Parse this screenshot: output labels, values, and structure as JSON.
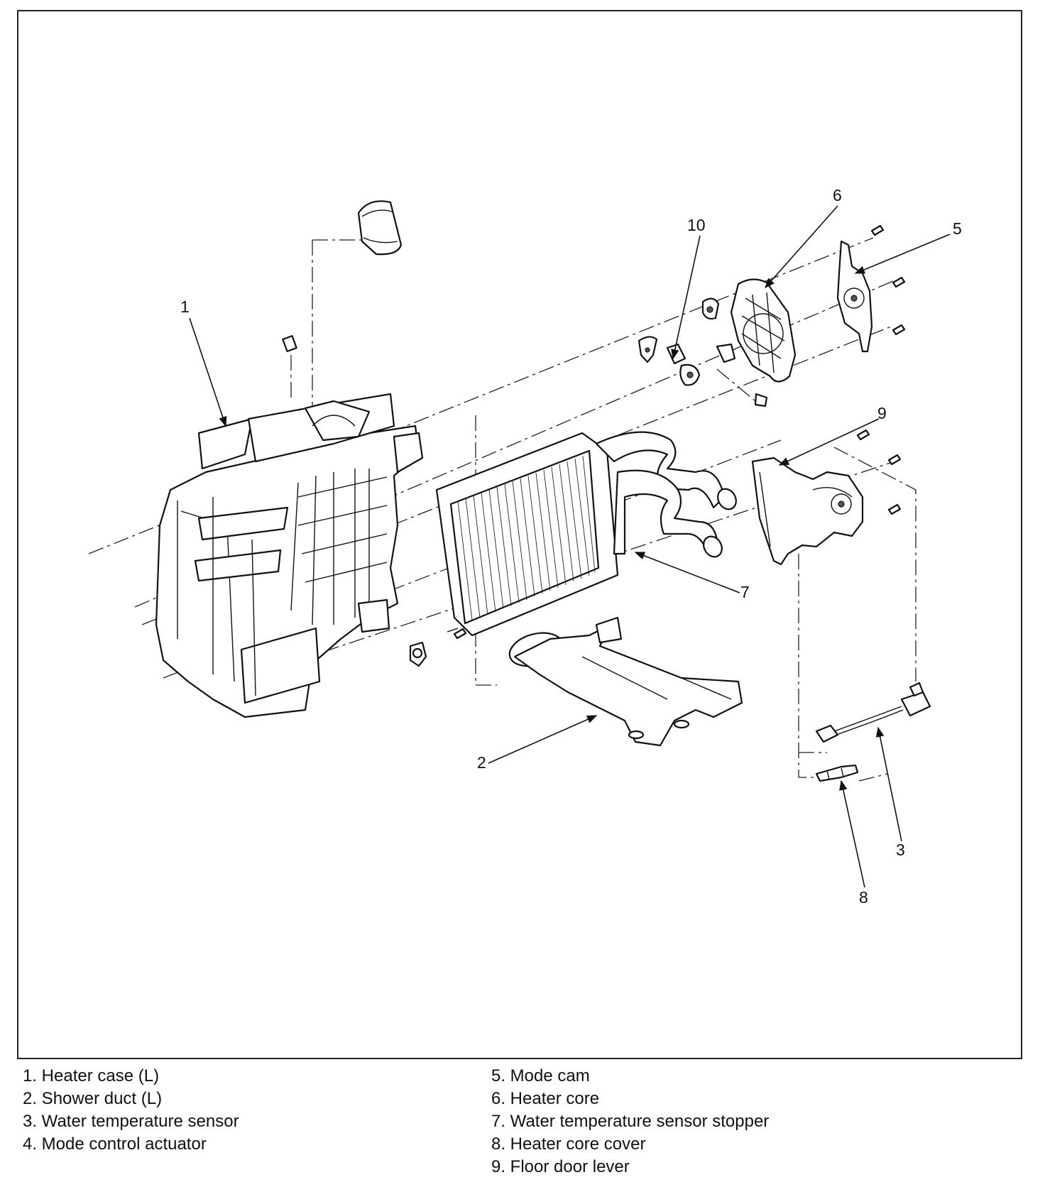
{
  "callouts": {
    "c1": "1",
    "c2": "2",
    "c3": "3",
    "c5": "5",
    "c6": "6",
    "c7": "7",
    "c8": "8",
    "c9": "9",
    "c10": "10"
  },
  "legend": {
    "left": [
      "1. Heater case (L)",
      "2. Shower duct (L)",
      "3. Water temperature sensor",
      "4. Mode control actuator"
    ],
    "right": [
      "5. Mode cam",
      "6. Heater core",
      "7. Water temperature sensor stopper",
      "8. Heater core cover",
      "9. Floor door lever"
    ]
  }
}
